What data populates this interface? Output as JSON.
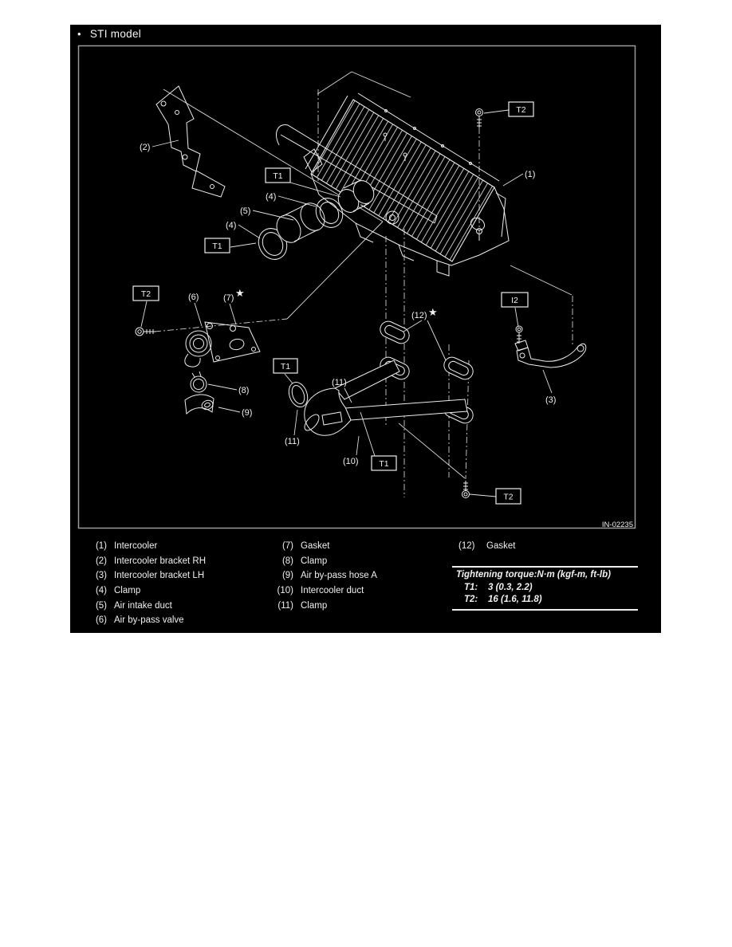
{
  "header": {
    "bullet": "•",
    "title": "STI model"
  },
  "figure": {
    "code": "IN-02235",
    "star": "★",
    "part_callouts": [
      "(1)",
      "(2)",
      "(4)",
      "(5)",
      "(4)",
      "(6)",
      "(7)",
      "(8)",
      "(9)",
      "(11)",
      "(11)",
      "(10)",
      "(12)",
      "(3)"
    ],
    "torque_tags": [
      "T2",
      "T1",
      "T1",
      "T2",
      "T1",
      "T1",
      "I2",
      "T2"
    ]
  },
  "legend": {
    "columns": [
      {
        "items": [
          {
            "num": "(1)",
            "label": "Intercooler"
          },
          {
            "num": "(2)",
            "label": "Intercooler bracket RH"
          },
          {
            "num": "(3)",
            "label": "Intercooler bracket LH"
          },
          {
            "num": "(4)",
            "label": "Clamp"
          },
          {
            "num": "(5)",
            "label": "Air intake duct"
          },
          {
            "num": "(6)",
            "label": "Air by-pass valve"
          }
        ]
      },
      {
        "items": [
          {
            "num": "(7)",
            "label": "Gasket"
          },
          {
            "num": "(8)",
            "label": "Clamp"
          },
          {
            "num": "(9)",
            "label": "Air by-pass hose A"
          },
          {
            "num": "(10)",
            "label": "Intercooler duct"
          },
          {
            "num": "(11)",
            "label": "Clamp"
          }
        ]
      },
      {
        "items": [
          {
            "num": "(12)",
            "label": "Gasket"
          }
        ]
      }
    ]
  },
  "torque_table": {
    "title": "Tightening torque:N·m (kgf-m, ft-lb)",
    "rows": [
      {
        "id": "T1:",
        "value": "3 (0.3, 2.2)"
      },
      {
        "id": "T2:",
        "value": "16 (1.6, 11.8)"
      }
    ]
  }
}
